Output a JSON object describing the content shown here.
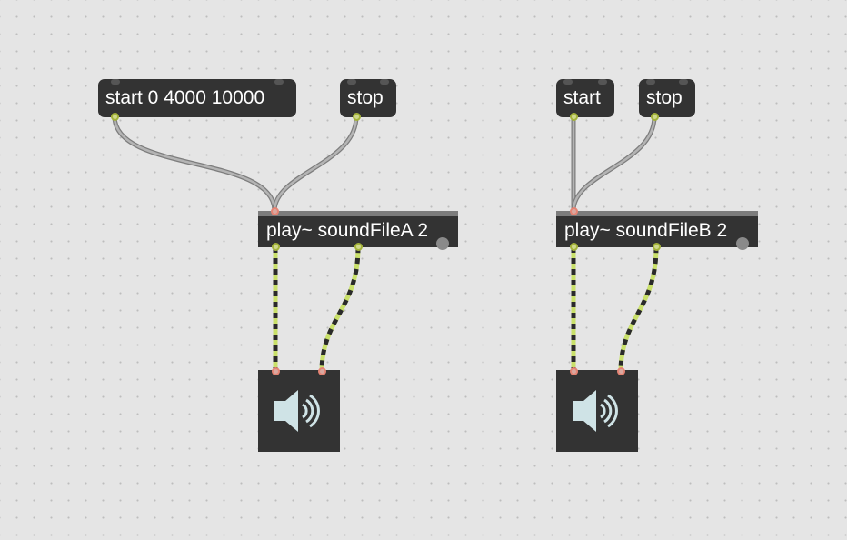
{
  "objects": {
    "msg_start_a": "start 0 4000 10000",
    "msg_stop_a": "stop",
    "msg_start_b": "start",
    "msg_stop_b": "stop",
    "play_a": "play~ soundFileA 2",
    "play_b": "play~ soundFileB 2"
  },
  "icons": {
    "dac_a": "speaker-icon",
    "dac_b": "speaker-icon"
  },
  "colors": {
    "canvas": "#e5e5e5",
    "box": "#333333",
    "control_cord": "#9a9a9a",
    "signal_cord": "#c9e06a",
    "speaker_icon": "#cfe3e6",
    "inlet": "#e58474",
    "outlet": "#a4b33a"
  }
}
